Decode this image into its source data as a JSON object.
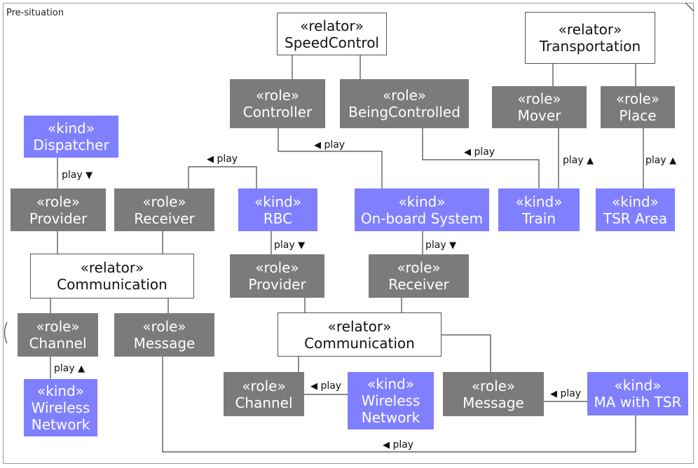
{
  "frame": {
    "title": "Pre-situation"
  },
  "nodes": {
    "speedcontrol": {
      "stereotype": "«relator»",
      "name": "SpeedControl"
    },
    "transportation": {
      "stereotype": "«relator»",
      "name": "Transportation"
    },
    "controller": {
      "stereotype": "«role»",
      "name": "Controller"
    },
    "beingcontrolled": {
      "stereotype": "«role»",
      "name": "BeingControlled"
    },
    "mover": {
      "stereotype": "«role»",
      "name": "Mover"
    },
    "place": {
      "stereotype": "«role»",
      "name": "Place"
    },
    "dispatcher": {
      "stereotype": "«kind»",
      "name": "Dispatcher"
    },
    "provider_left": {
      "stereotype": "«role»",
      "name": "Provider"
    },
    "receiver_left": {
      "stereotype": "«role»",
      "name": "Receiver"
    },
    "rbc": {
      "stereotype": "«kind»",
      "name": "RBC"
    },
    "onboard": {
      "stereotype": "«kind»",
      "name": "On-board System"
    },
    "train": {
      "stereotype": "«kind»",
      "name": "Train"
    },
    "tsrarea": {
      "stereotype": "«kind»",
      "name": "TSR Area"
    },
    "comm_left": {
      "stereotype": "«relator»",
      "name": "Communication"
    },
    "provider_mid": {
      "stereotype": "«role»",
      "name": "Provider"
    },
    "receiver_mid": {
      "stereotype": "«role»",
      "name": "Receiver"
    },
    "channel_left": {
      "stereotype": "«role»",
      "name": "Channel"
    },
    "message_left": {
      "stereotype": "«role»",
      "name": "Message"
    },
    "comm_mid": {
      "stereotype": "«relator»",
      "name": "Communication"
    },
    "wireless_left": {
      "stereotype": "«kind»",
      "name": "Wireless",
      "name2": "Network"
    },
    "channel_mid": {
      "stereotype": "«role»",
      "name": "Channel"
    },
    "wireless_mid": {
      "stereotype": "«kind»",
      "name": "Wireless",
      "name2": "Network"
    },
    "message_mid": {
      "stereotype": "«role»",
      "name": "Message"
    },
    "matsr": {
      "stereotype": "«kind»",
      "name": "MA with TSR"
    }
  },
  "edge_labels": {
    "play_text": "play",
    "arrow_down": "▼",
    "arrow_up": "▲",
    "arrow_left": "◀"
  }
}
